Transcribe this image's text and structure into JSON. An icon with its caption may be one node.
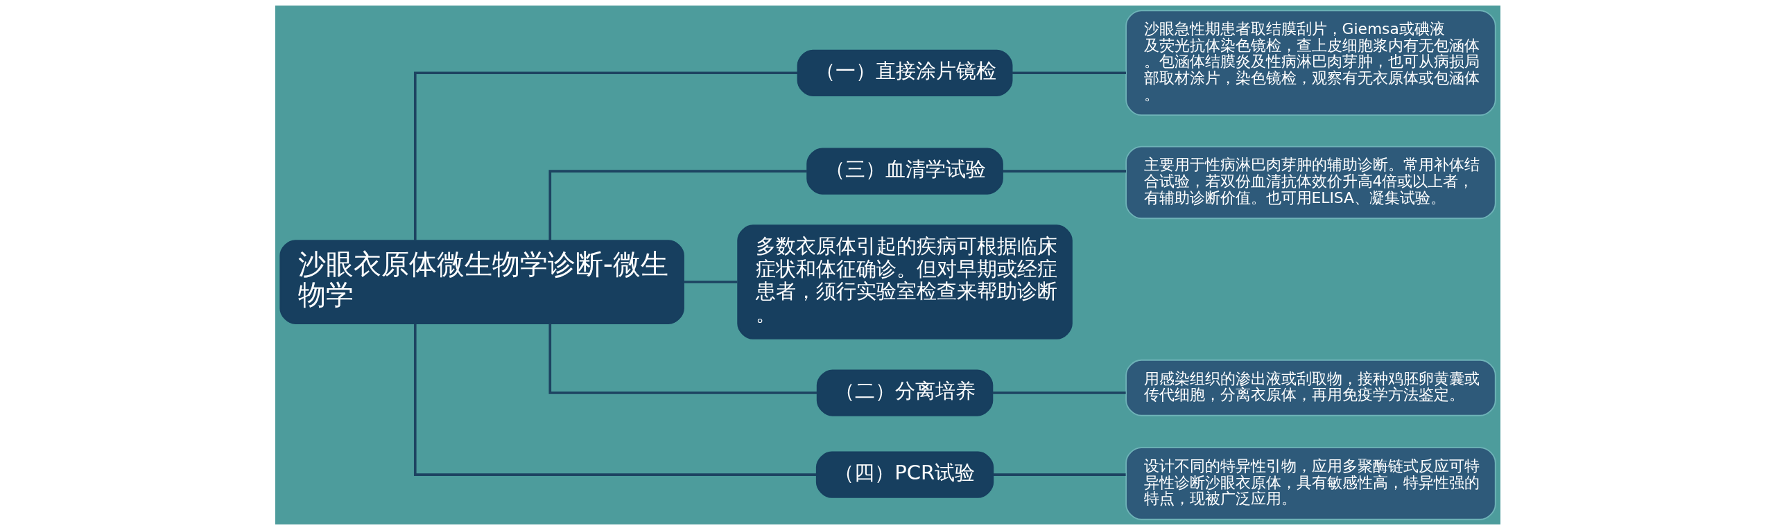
{
  "diagram": {
    "nodes": [
      {
        "text": [
          "沙眼衣原体微生物学诊断-微生物学"
        ]
      },
      {
        "text": [
          "（一）直接涂片镜检"
        ]
      },
      {
        "text": [
          "沙眼急性期患者取结膜刮片，Giemsa或碘液及荧光抗体染色镜检，查上皮细胞浆内有无包涵体。包涵体结膜炎及性病淋巴肉芽肿，也可从病损局部取材涂片，染色镜检，观察有无衣原体或包涵体。"
        ]
      },
      {
        "text": [
          "（三）血清学试验"
        ]
      },
      {
        "text": [
          "主要用于性病淋巴肉芽肿的辅助诊断。常用补体结合试验，若双份血清抗体效价升高4倍或以上者，有辅助诊断价值。也可用ELISA、凝集试验。"
        ]
      },
      {
        "text": [
          "多数衣原体引起的疾病可根据临床症状和体征确诊。但对早期或经症患者，须行实验室检查来帮助诊断。"
        ]
      },
      {
        "text": [
          "（二）分离培养"
        ]
      },
      {
        "text": [
          "用感染组织的渗出液或刮取物，接种鸡胚卵黄囊或传代细胞，分离衣原体，再用免疫学方法鉴定。"
        ]
      },
      {
        "text": [
          "（四）PCR试验"
        ]
      },
      {
        "text": [
          "设计不同的特异性引物，应用多聚酶链式反应可特异性诊断沙眼衣原体，具有敏感性高，特异性强的特点，现被广泛应用。"
        ]
      }
    ],
    "edges": [
      {
        "from": 0,
        "to": 1,
        "arrow": "none"
      },
      {
        "from": 1,
        "to": 2,
        "arrow": "none"
      },
      {
        "from": 0,
        "to": 3,
        "arrow": "none"
      },
      {
        "from": 3,
        "to": 4,
        "arrow": "none"
      },
      {
        "from": 0,
        "to": 5,
        "arrow": "none"
      },
      {
        "from": 0,
        "to": 6,
        "arrow": "none"
      },
      {
        "from": 6,
        "to": 7,
        "arrow": "none"
      },
      {
        "from": 0,
        "to": 8,
        "arrow": "none"
      },
      {
        "from": 8,
        "to": 9,
        "arrow": "none"
      }
    ]
  }
}
